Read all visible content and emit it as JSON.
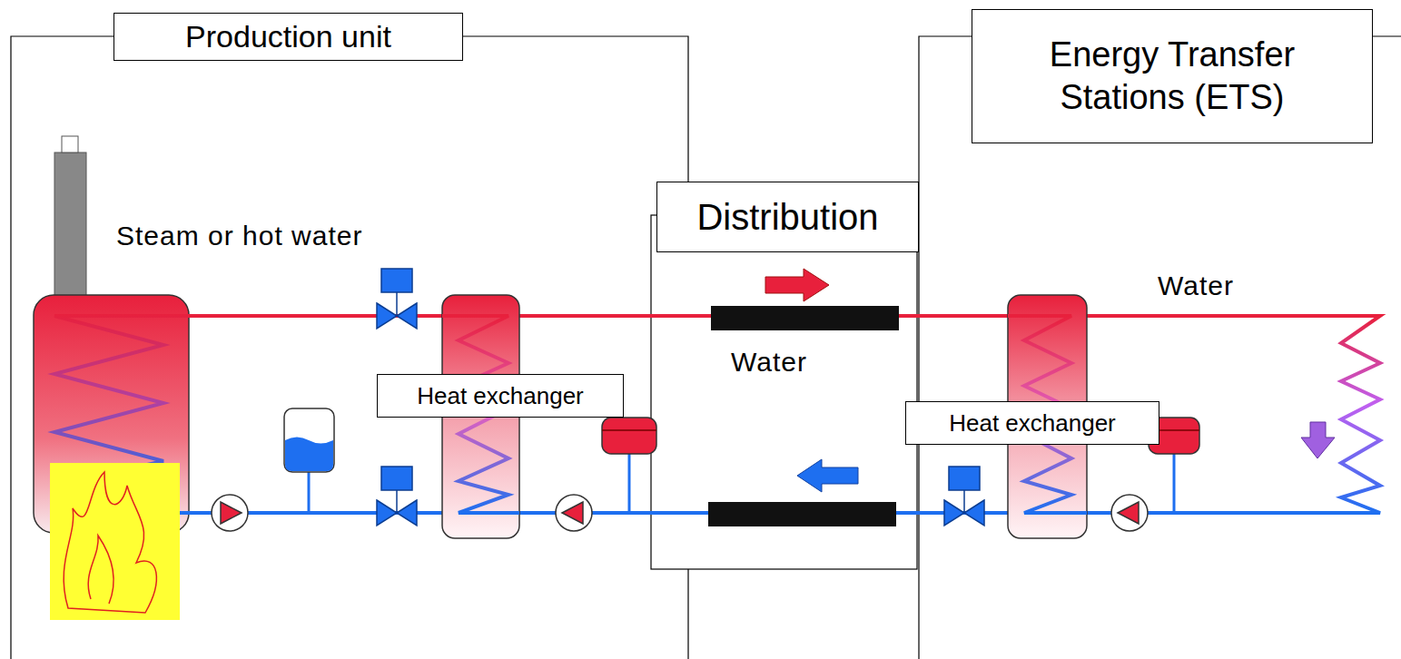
{
  "diagram": {
    "nodes": [
      {
        "text": [
          "Production unit"
        ]
      },
      {
        "text": [
          "Distribution"
        ]
      },
      {
        "text": [
          "Energy Transfer Stations (ETS)"
        ]
      },
      {
        "text": [
          "Heat exchanger"
        ],
        "in": 0
      },
      {
        "text": [
          "Heat exchanger"
        ],
        "in": 2
      }
    ],
    "labels": [
      "Steam or hot water",
      "Water",
      "Water"
    ]
  }
}
